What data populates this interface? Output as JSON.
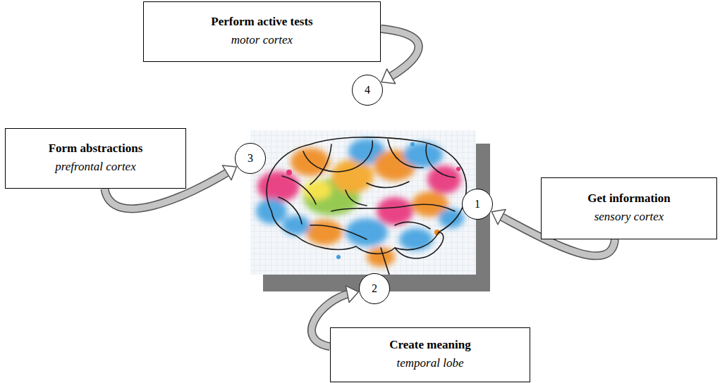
{
  "diagram": {
    "nodes": [
      {
        "text": [
          "Perform active tests",
          "motor cortex"
        ]
      },
      {
        "text": [
          "4"
        ]
      },
      {
        "text": [
          "Form abstractions",
          "prefrontal cortex"
        ]
      },
      {
        "text": [
          "3"
        ]
      },
      {
        "text": [
          "Get information",
          "sensory cortex"
        ]
      },
      {
        "text": [
          "1"
        ]
      },
      {
        "text": [
          "2"
        ]
      },
      {
        "text": [
          "Create meaning",
          "temporal lobe"
        ]
      }
    ],
    "edges": [
      {
        "from": 0,
        "to": 1,
        "arrow": "to"
      },
      {
        "from": 2,
        "to": 3,
        "arrow": "to"
      },
      {
        "from": 4,
        "to": 5,
        "arrow": "to"
      },
      {
        "from": 7,
        "to": 6,
        "arrow": "to"
      }
    ]
  }
}
